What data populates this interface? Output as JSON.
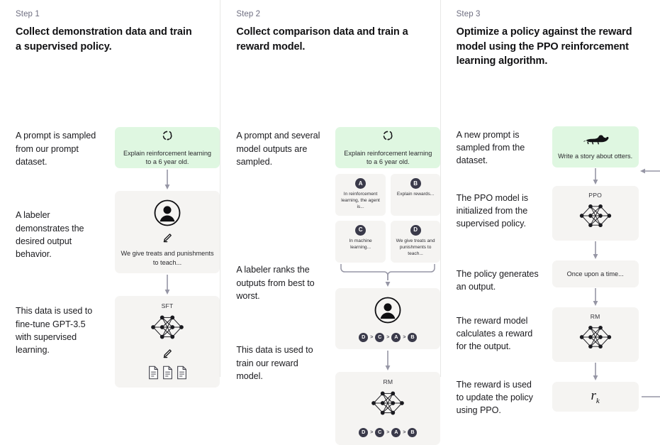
{
  "theme": {
    "prompt_green": "#dff7e1",
    "node_gray": "#f5f4f2",
    "badge_dark": "#3a3a4a",
    "arrow_gray": "#8b8b99",
    "divider": "#e8e8e6",
    "step_label_color": "#6e6e80"
  },
  "steps": [
    {
      "label": "Step 1",
      "title": "Collect demonstration data and train a supervised policy.",
      "captions": [
        "A prompt is sampled from our prompt dataset.",
        "A labeler demonstrates the desired output behavior.",
        "This data is used to fine-tune GPT-3.5 with supervised learning."
      ],
      "nodes": {
        "prompt": {
          "icon": "refresh-loop-icon",
          "text": "Explain reinforcement learning to a 6 year old."
        },
        "labeler": {
          "icon": "person-circle-icon",
          "sub_icon": "pencil-icon",
          "text": "We give treats and punishments to teach..."
        },
        "model": {
          "title": "SFT",
          "icon": "neural-network-icon",
          "sub_icon": "pencil-icon",
          "docs_icon": "documents-icon"
        }
      }
    },
    {
      "label": "Step 2",
      "title": "Collect comparison data and train a reward model.",
      "captions": [
        "A prompt and several model outputs are sampled.",
        "A labeler ranks the outputs from best to worst.",
        "This data is used to train our reward model."
      ],
      "nodes": {
        "prompt": {
          "icon": "refresh-loop-icon",
          "text": "Explain reinforcement learning to a 6 year old."
        },
        "outputs": [
          {
            "badge": "A",
            "text": "In reinforcement learning, the agent is..."
          },
          {
            "badge": "B",
            "text": "Explain rewards..."
          },
          {
            "badge": "C",
            "text": "In machine learning..."
          },
          {
            "badge": "D",
            "text": "We give treats and punishments to teach..."
          }
        ],
        "labeler": {
          "icon": "person-circle-icon",
          "ranking": [
            "D",
            "C",
            "A",
            "B"
          ],
          "separator": ">"
        },
        "model": {
          "title": "RM",
          "icon": "neural-network-icon",
          "ranking": [
            "D",
            "C",
            "A",
            "B"
          ],
          "separator": ">"
        }
      }
    },
    {
      "label": "Step 3",
      "title": "Optimize a policy against the reward model using the PPO reinforcement learning algorithm.",
      "captions": [
        "A new prompt is sampled from the dataset.",
        "The PPO model is initialized from the supervised policy.",
        "The policy generates an output.",
        "The reward model calculates a reward for the output.",
        "The reward is used to update the policy using PPO."
      ],
      "nodes": {
        "prompt": {
          "icon": "otter-icon",
          "text": "Write a story about otters."
        },
        "ppo": {
          "title": "PPO",
          "icon": "neural-network-icon"
        },
        "output": {
          "text": "Once upon a time..."
        },
        "rm": {
          "title": "RM",
          "icon": "neural-network-icon"
        },
        "reward": {
          "symbol": "r",
          "subscript": "k"
        }
      }
    }
  ]
}
